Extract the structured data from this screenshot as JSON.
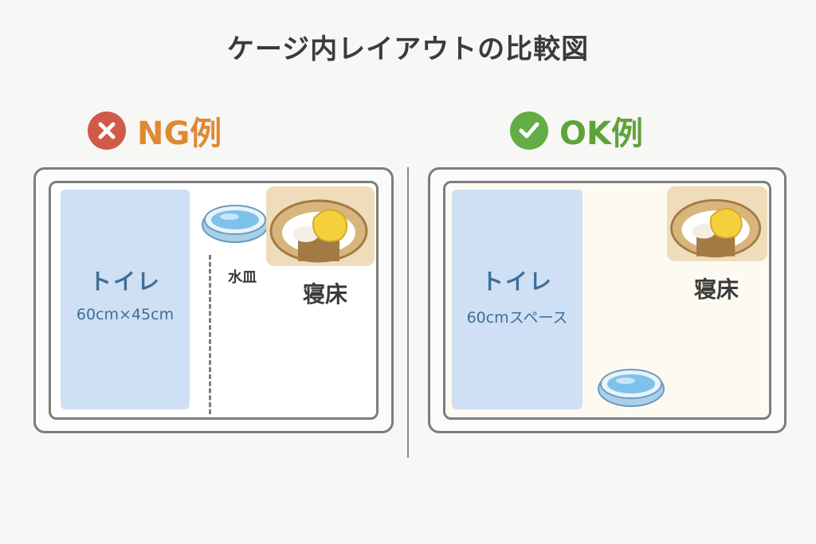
{
  "title": "ケージ内レイアウトの比較図",
  "ng": {
    "label": "NG例",
    "toilet_label": "トイレ",
    "toilet_size": "60cm×45cm",
    "bowl_label": "水皿",
    "bed_label": "寝床"
  },
  "ok": {
    "label": "OK例",
    "toilet_label": "トイレ",
    "toilet_size": "60cmスペース",
    "bed_label": "寝床"
  },
  "colors": {
    "ng_badge": "#d05a48",
    "ng_text": "#de8a32",
    "ok_badge": "#62ad45",
    "ok_text": "#5ea33a",
    "toilet": "#cfe0f4",
    "water": "#7ec2ec"
  },
  "icons": {
    "ng_badge": "cross-icon",
    "ok_badge": "check-icon",
    "bowl": "water-bowl-icon",
    "bed": "pet-bed-icon"
  }
}
